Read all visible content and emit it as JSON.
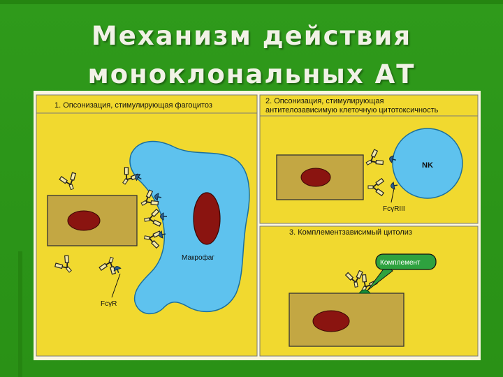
{
  "title": {
    "line1": "Механизм действия",
    "line2": "моноклональных АТ"
  },
  "panel1": {
    "header": "1. Опсонизация, стимулирующая фагоцитоз",
    "macrophage_label": "Макрофаг",
    "receptor_label": "FcγR"
  },
  "panel2": {
    "header_line1": "2. Опсонизация, стимулирующая",
    "header_line2": "антителозависимую клеточную цитотоксичность",
    "nk_label": "NK",
    "receptor_label": "FcγRIII"
  },
  "panel3": {
    "header": "3. Комплементзависимый цитолиз",
    "complement_label": "Комплемент"
  },
  "colors": {
    "background": "#2f9a1b",
    "panel": "#f1d92f",
    "cell": "#c3a743",
    "nucleus": "#8a1410",
    "macrophage": "#5ec2ee",
    "callout": "#2ea23f"
  }
}
